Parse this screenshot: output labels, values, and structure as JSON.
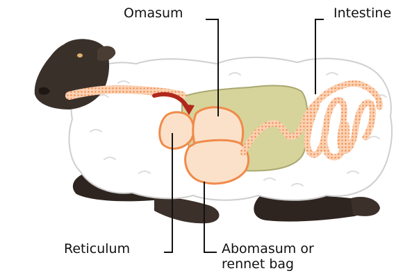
{
  "diagram": {
    "subject": "sheep-digestive-system",
    "colors": {
      "fleece": "#ffffff",
      "fleece_outline": "#cfcfcf",
      "head": "#3a302a",
      "legs": "#2f2520",
      "esophagus": "#f5a777",
      "rumen": "#d6d49b",
      "stomach_chambers": "#fbe1c9",
      "stomach_outline": "#f08a4a",
      "arrow": "#b0281c",
      "leader_lines": "#111111"
    },
    "labels": {
      "omasum": "Omasum",
      "intestine": "Intestine",
      "reticulum": "Reticulum",
      "abomasum_line1": "Abomasum or",
      "abomasum_line2": "rennet bag"
    }
  }
}
